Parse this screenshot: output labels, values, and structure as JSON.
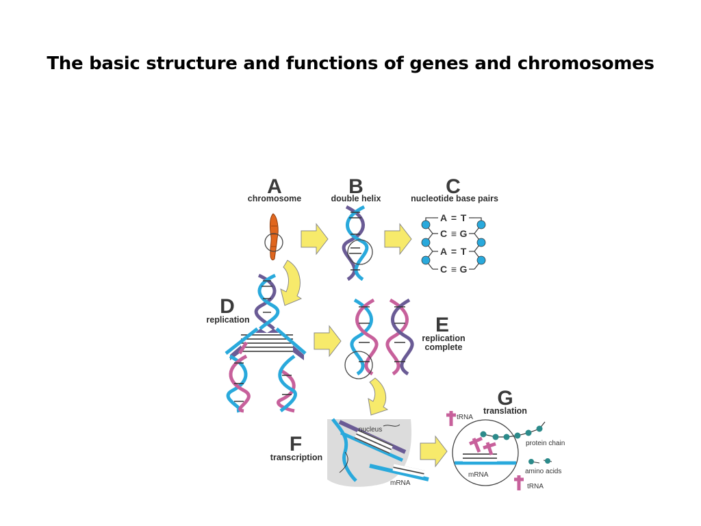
{
  "title": "The basic structure and functions of genes and chromosomes",
  "panels": {
    "A": {
      "letter": "A",
      "label": "chromosome"
    },
    "B": {
      "letter": "B",
      "label": "double helix"
    },
    "C": {
      "letter": "C",
      "label": "nucleotide base pairs",
      "pairs": [
        {
          "left": "A",
          "bond": "=",
          "right": "T"
        },
        {
          "left": "C",
          "bond": "≡",
          "right": "G"
        },
        {
          "left": "A",
          "bond": "=",
          "right": "T"
        },
        {
          "left": "C",
          "bond": "≡",
          "right": "G"
        }
      ]
    },
    "D": {
      "letter": "D",
      "label": "replication"
    },
    "E": {
      "letter": "E",
      "label_line1": "replication",
      "label_line2": "complete"
    },
    "F": {
      "letter": "F",
      "label": "transcription",
      "nucleus": "nucleus",
      "mrna": "mRNA"
    },
    "G": {
      "letter": "G",
      "label": "translation",
      "trna_top": "tRNA",
      "protein_chain": "protein chain",
      "mrna": "mRNA",
      "amino_acids": "amino acids",
      "trna_bottom": "tRNA"
    }
  },
  "colors": {
    "strand_blue": "#29a9dc",
    "strand_purple": "#6a5b95",
    "strand_pink": "#c7609b",
    "chromosome": "#e0661e",
    "arrow_yellow": "#f7ea6b",
    "arrow_stroke": "#888888",
    "nucleus_gray": "#dcdcdc",
    "amino_teal": "#2b8a8a"
  }
}
